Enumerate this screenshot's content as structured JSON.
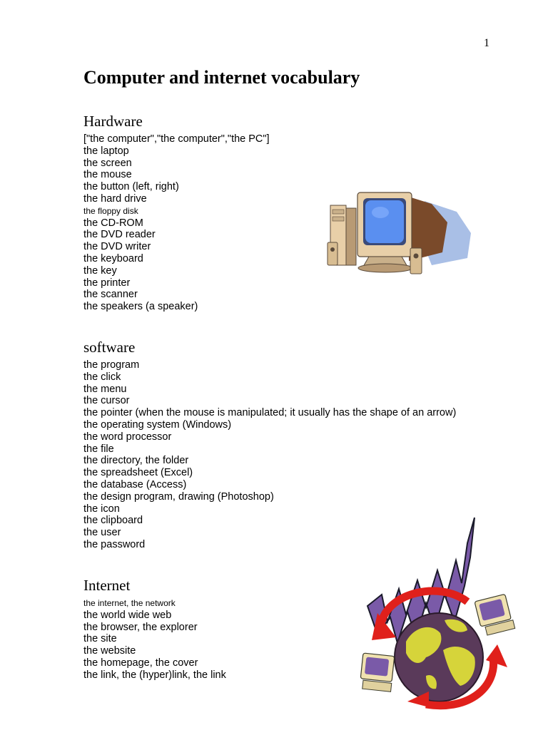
{
  "page_number": "1",
  "title": "Computer and internet vocabulary",
  "sections": {
    "hardware": {
      "heading": "Hardware",
      "items": [
        "[\"the computer\",\"the computer\",\"the PC\"]",
        "the laptop",
        "the screen",
        "the mouse",
        "the button (left, right)",
        "the hard drive",
        "the floppy disk",
        "the CD-ROM",
        "the DVD reader",
        "the DVD writer",
        "the keyboard",
        "the key",
        "the printer",
        "the scanner",
        "the speakers (a speaker)"
      ]
    },
    "software": {
      "heading": "software",
      "items": [
        "the program",
        "the click",
        "the menu",
        "the cursor",
        "the pointer (when the mouse is manipulated; it usually has the shape of an arrow)",
        "the operating system (Windows)",
        "the word processor",
        "the file",
        "the directory, the folder",
        "the spreadsheet (Excel)",
        "the database (Access)",
        "the design program, drawing (Photoshop)",
        "the icon",
        "the clipboard",
        "the user",
        "the password"
      ]
    },
    "internet": {
      "heading": "Internet",
      "items": [
        "the internet, the network",
        "the world wide web",
        "the browser, the explorer",
        "the site",
        "the website",
        "the homepage, the cover",
        "the link, the (hyper)link, the link"
      ]
    }
  },
  "colors": {
    "screen_blue": "#5a8ff0",
    "monitor_beige": "#e8cfa8",
    "shadow_blue": "#a9bfe6",
    "arrow_red": "#e0201b",
    "www_purple": "#7a5aa8",
    "globe_purple": "#5a3a5a",
    "land_yellow": "#d6d43a"
  },
  "icons": {
    "hardware_art": "desktop-computer-icon",
    "internet_art": "www-globe-icon"
  }
}
